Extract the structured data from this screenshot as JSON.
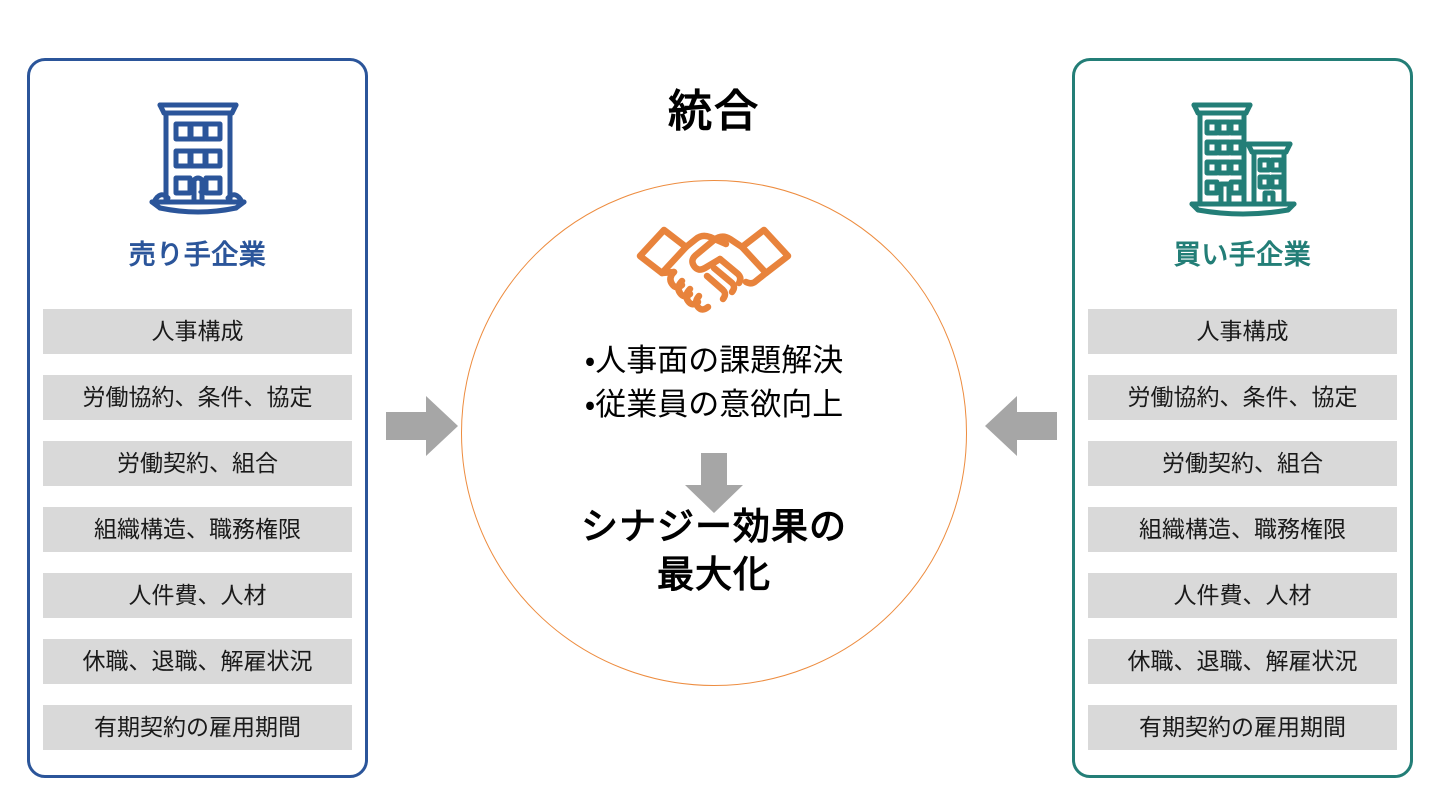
{
  "center": {
    "title": "統合",
    "handshake_icon": "handshake-icon",
    "bullets": [
      "・人事面の課題解決",
      "・従業員の意欲向上"
    ],
    "down_arrow_icon": "down-arrow-icon",
    "conclusion_lines": [
      "シナジー効果の",
      "最大化"
    ]
  },
  "arrows": {
    "left_to_center": "right-arrow-icon",
    "right_to_center": "left-arrow-icon"
  },
  "cards": [
    {
      "side": "left",
      "icon": "office-building-icon",
      "title": "売り手企業",
      "accent_color": "#2B559A",
      "rows": [
        "人事構成",
        "労働協約、条件、協定",
        "労働契約、組合",
        "組織構造、職務権限",
        "人件費、人材",
        "休職、退職、解雇状況",
        "有期契約の雇用期間"
      ]
    },
    {
      "side": "right",
      "icon": "office-buildings-icon",
      "title": "買い手企業",
      "accent_color": "#237E77",
      "rows": [
        "人事構成",
        "労働協約、条件、協定",
        "労働契約、組合",
        "組織構造、職務権限",
        "人件費、人材",
        "休職、退職、解雇状況",
        "有期契約の雇用期間"
      ]
    }
  ],
  "colors": {
    "seller_blue": "#2B559A",
    "buyer_teal": "#237E77",
    "circle_orange": "#ED8C3F",
    "handshake_orange": "#E8833C",
    "row_gray": "#D9D9D9",
    "arrow_gray": "#A6A6A6",
    "background": "#FFFFFF"
  }
}
